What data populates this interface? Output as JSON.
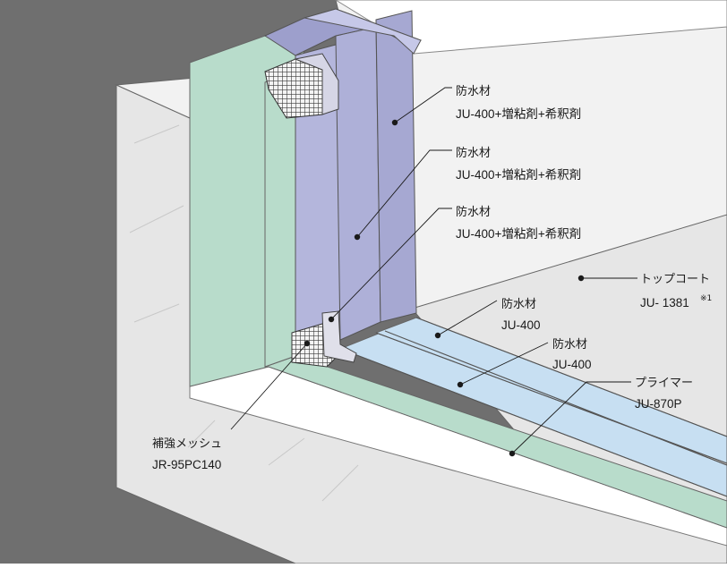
{
  "colors": {
    "background": "#6f6f6f",
    "concrete_face": "#e6e6e6",
    "concrete_top": "#f2f2f2",
    "concrete_dark": "#d0d0d0",
    "primer": "#b8dccb",
    "waterproof_blue": "#c7dff2",
    "waterproof_purple": "#aeb0d8",
    "waterproof_purple_dark": "#9497c6",
    "mesh": "#3a3a3a"
  },
  "labels": {
    "wall_layer_1": {
      "title": "防水材",
      "code": "JU-400+増粘剤+希釈剤"
    },
    "wall_layer_2": {
      "title": "防水材",
      "code": "JU-400+増粘剤+希釈剤"
    },
    "wall_layer_3": {
      "title": "防水材",
      "code": "JU-400+増粘剤+希釈剤"
    },
    "topcoat": {
      "title": "トップコート",
      "code": "JU- 1381",
      "note": "※1"
    },
    "floor_layer_1": {
      "title": "防水材",
      "code": "JU-400"
    },
    "floor_layer_2": {
      "title": "防水材",
      "code": "JU-400"
    },
    "primer": {
      "title": "プライマー",
      "code": "JU-870P"
    },
    "mesh": {
      "title": "補強メッシュ",
      "code": "JR-95PC140"
    }
  }
}
